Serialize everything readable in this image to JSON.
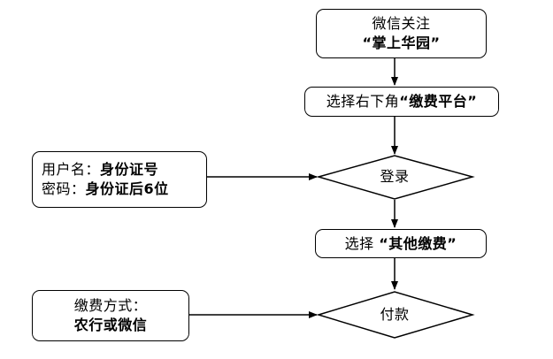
{
  "flow": {
    "step1": {
      "line1": "微信关注",
      "line2": "“掌上华园”"
    },
    "step2": {
      "prefix": "选择右下角",
      "bold": "“缴费平台”"
    },
    "login": {
      "label": "登录"
    },
    "step3": {
      "prefix": "选择",
      "bold": "“其他缴费”"
    },
    "pay": {
      "label": "付款"
    }
  },
  "credentials": {
    "username_label": "用户名：",
    "username_value": "身份证号",
    "password_label": "密码：",
    "password_value": "身份证后6位"
  },
  "payment_method": {
    "label": "缴费方式：",
    "value": "农行或微信"
  }
}
